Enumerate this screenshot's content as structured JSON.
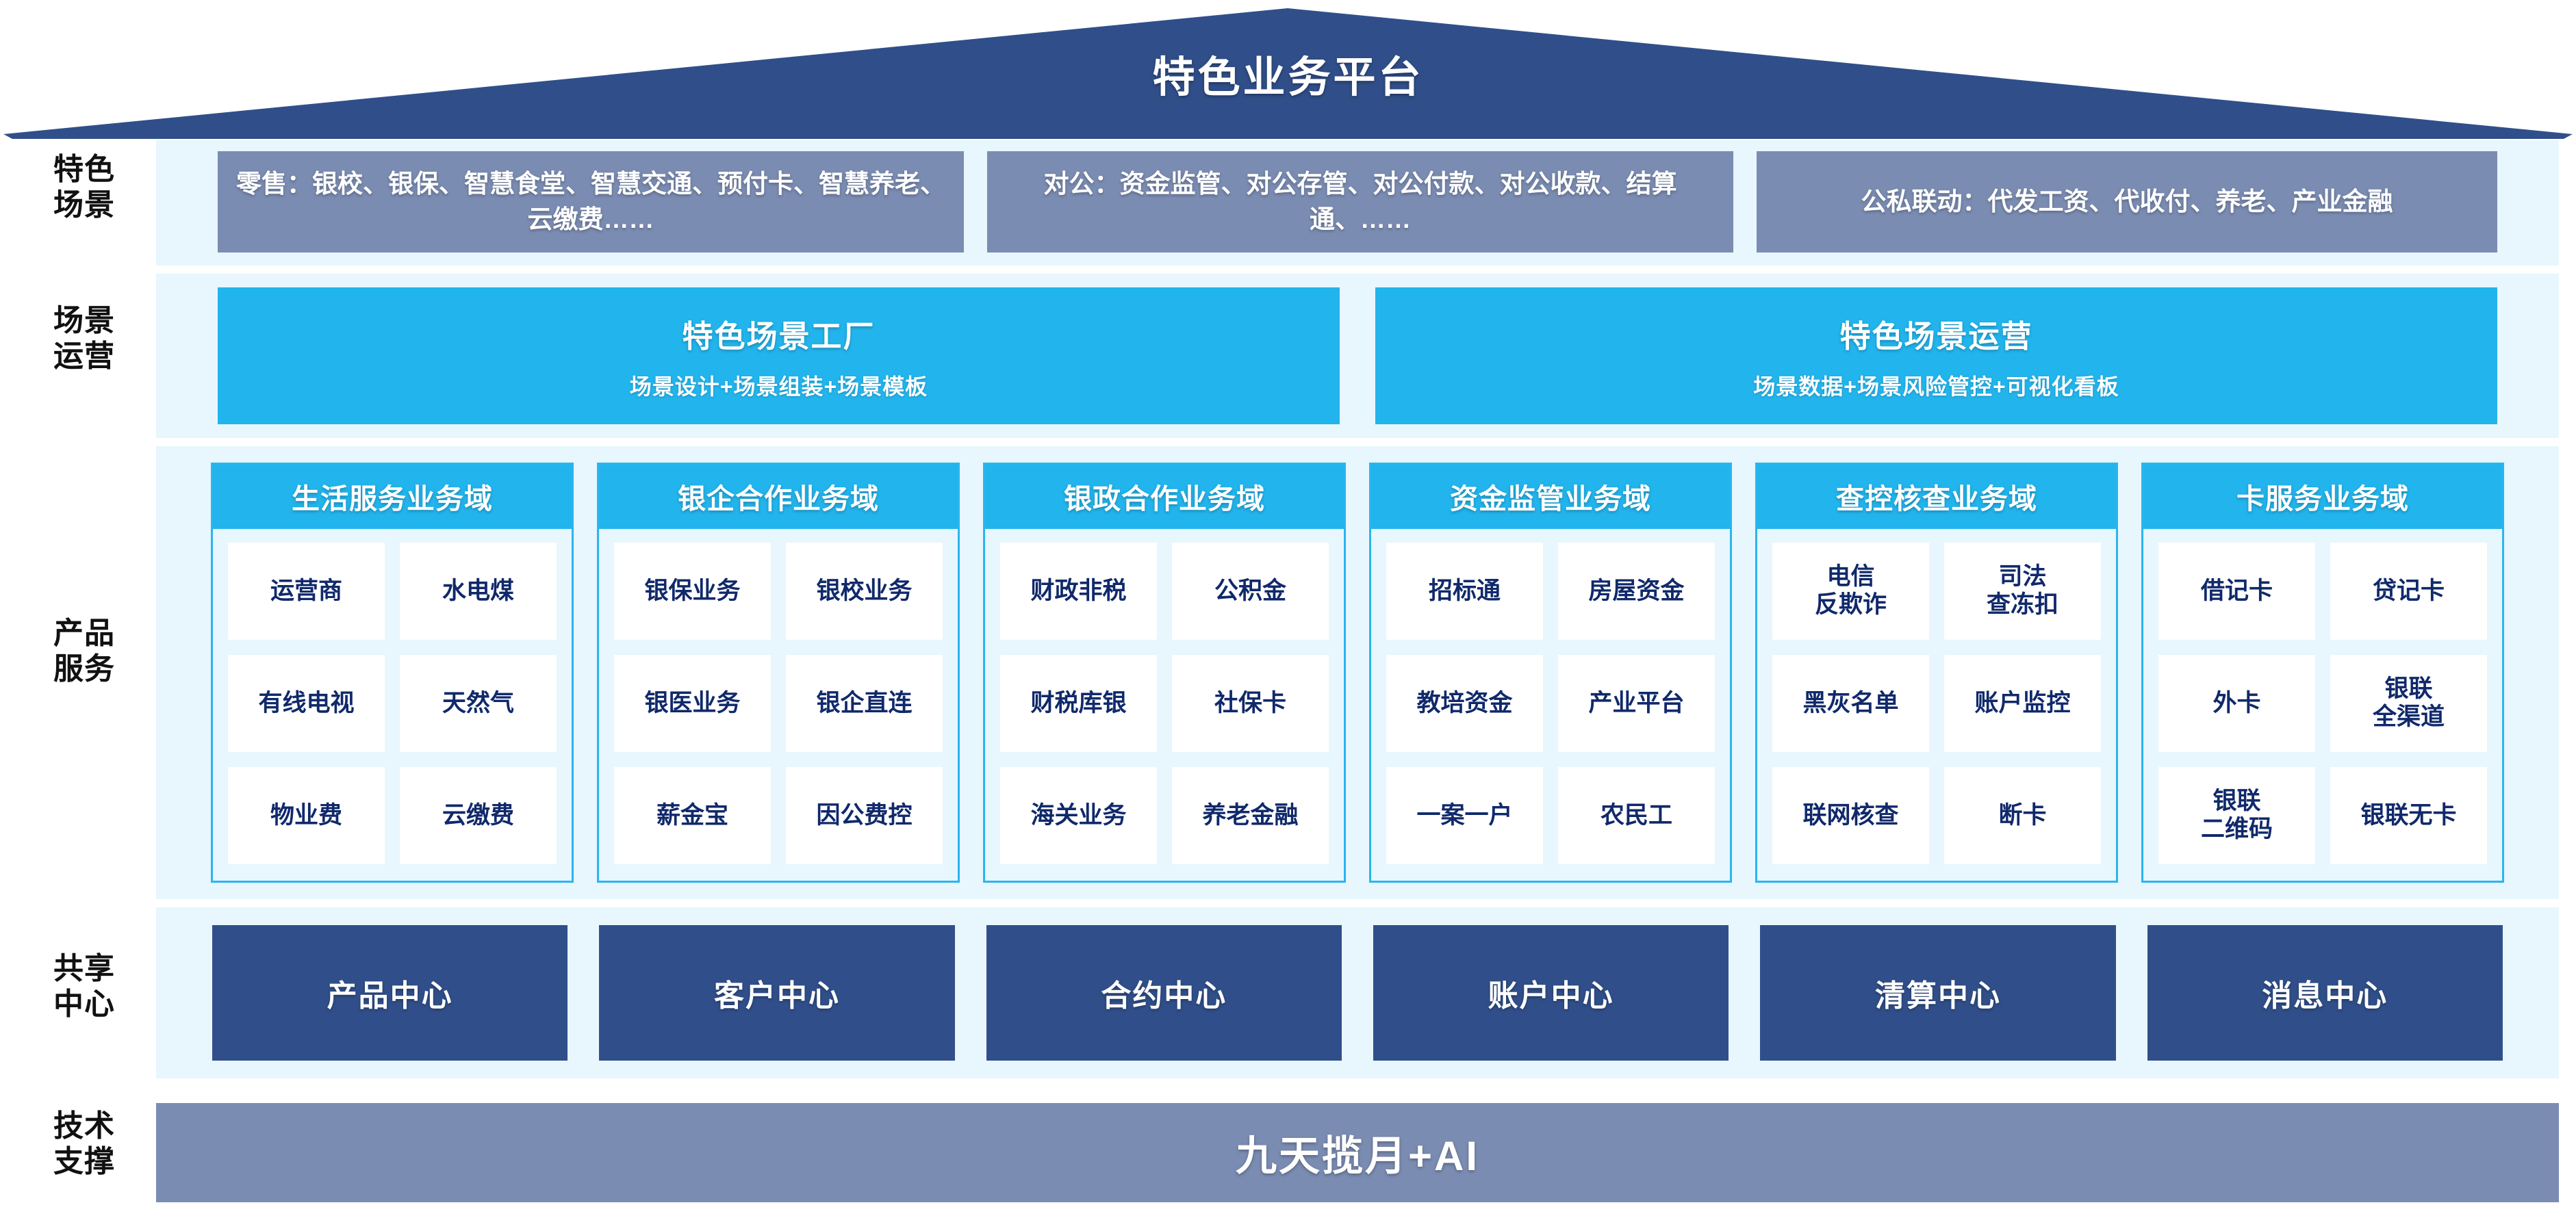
{
  "colors": {
    "roof": "#304f8a",
    "band_bg": "#e8f6fd",
    "slate": "#7b8cb2",
    "cyan": "#22b4ec",
    "cyan_border": "#29b6ee",
    "navy": "#304f8a",
    "tile_text": "#10296b"
  },
  "roof": {
    "title": "特色业务平台"
  },
  "rows": {
    "scenario_label": "特色\n场景",
    "operation_label": "场景\n运营",
    "product_label": "产品\n服务",
    "center_label": "共享\n中心",
    "tech_label": "技术\n支撑"
  },
  "scenarios": [
    {
      "name": "retail",
      "text": "零售：银校、银保、智慧食堂、智慧交通、预付卡、智慧养老、云缴费……"
    },
    {
      "name": "corporate",
      "text": "对公：资金监管、对公存管、对公付款、对公收款、结算通、……"
    },
    {
      "name": "public-private-linkage",
      "text": "公私联动：代发工资、代收付、养老、产业金融"
    }
  ],
  "operations": [
    {
      "name": "scene-factory",
      "title": "特色场景工厂",
      "subtitle": "场景设计+场景组装+场景模板"
    },
    {
      "name": "scene-operation",
      "title": "特色场景运营",
      "subtitle": "场景数据+场景风险管控+可视化看板"
    }
  ],
  "domains": [
    {
      "name": "life-service",
      "title": "生活服务业务域",
      "items": [
        "运营商",
        "水电煤",
        "有线电视",
        "天然气",
        "物业费",
        "云缴费"
      ]
    },
    {
      "name": "bank-enterprise",
      "title": "银企合作业务域",
      "items": [
        "银保业务",
        "银校业务",
        "银医业务",
        "银企直连",
        "薪金宝",
        "因公费控"
      ]
    },
    {
      "name": "bank-government",
      "title": "银政合作业务域",
      "items": [
        "财政非税",
        "公积金",
        "财税库银",
        "社保卡",
        "海关业务",
        "养老金融"
      ]
    },
    {
      "name": "fund-supervision",
      "title": "资金监管业务域",
      "items": [
        "招标通",
        "房屋资金",
        "教培资金",
        "产业平台",
        "一案一户",
        "农民工"
      ]
    },
    {
      "name": "investigation-control",
      "title": "查控核查业务域",
      "items": [
        "电信\n反欺诈",
        "司法\n查冻扣",
        "黑灰名单",
        "账户监控",
        "联网核查",
        "断卡"
      ]
    },
    {
      "name": "card-service",
      "title": "卡服务业务域",
      "items": [
        "借记卡",
        "贷记卡",
        "外卡",
        "银联\n全渠道",
        "银联\n二维码",
        "银联无卡"
      ]
    }
  ],
  "shared_centers": [
    {
      "name": "product-center",
      "label": "产品中心"
    },
    {
      "name": "customer-center",
      "label": "客户中心"
    },
    {
      "name": "contract-center",
      "label": "合约中心"
    },
    {
      "name": "account-center",
      "label": "账户中心"
    },
    {
      "name": "clearing-center",
      "label": "清算中心"
    },
    {
      "name": "message-center",
      "label": "消息中心"
    }
  ],
  "tech_support": {
    "label": "九天揽月+AI"
  }
}
